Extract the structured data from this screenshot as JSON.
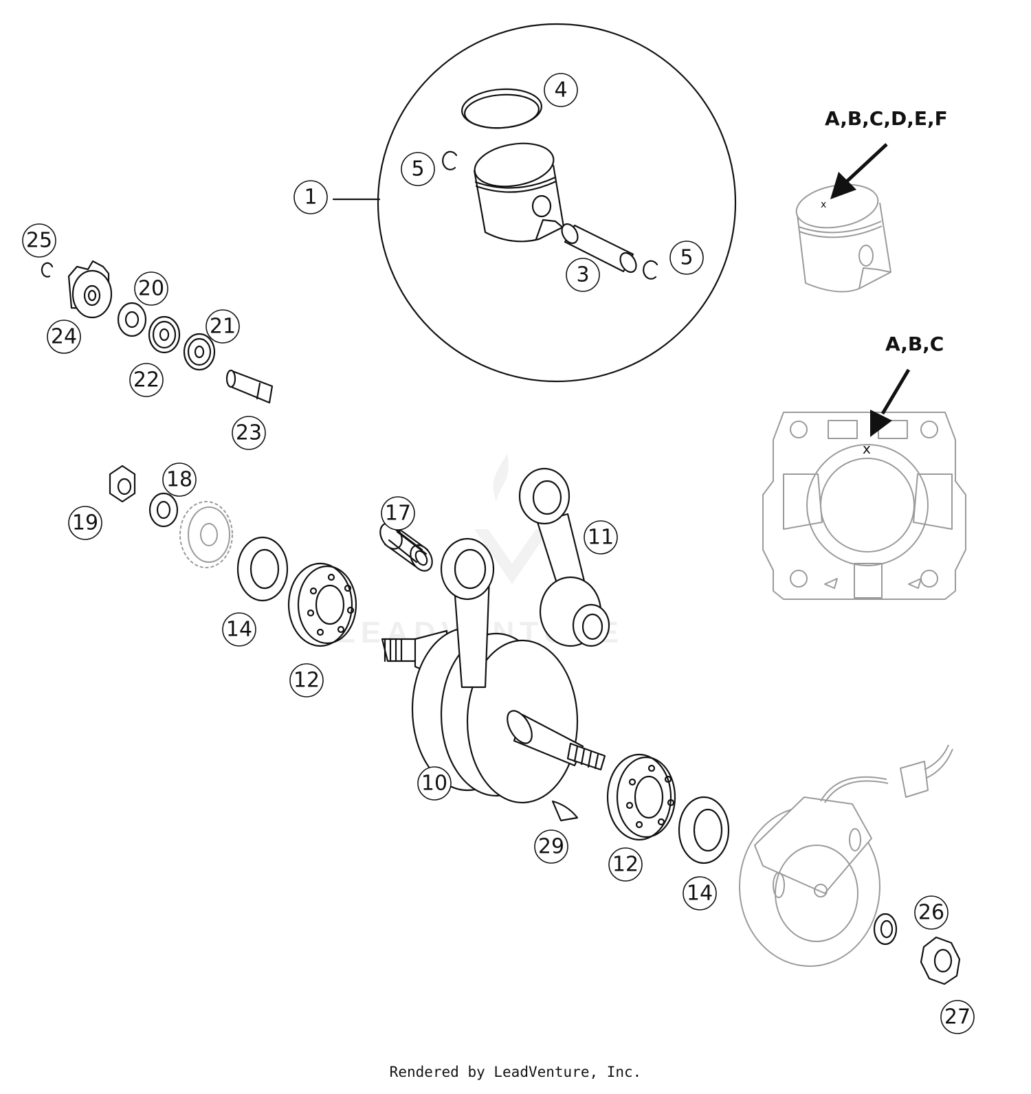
{
  "callouts": [
    {
      "label": "1",
      "part": "piston-assembly"
    },
    {
      "label": "3",
      "part": "piston-pin"
    },
    {
      "label": "4",
      "part": "piston-ring"
    },
    {
      "label": "5",
      "part": "circlip-left"
    },
    {
      "label": "5",
      "part": "circlip-right"
    },
    {
      "label": "10",
      "part": "crankshaft"
    },
    {
      "label": "11",
      "part": "connecting-rod"
    },
    {
      "label": "12",
      "part": "main-bearing-left"
    },
    {
      "label": "12",
      "part": "main-bearing-right"
    },
    {
      "label": "14",
      "part": "shaft-seal-left"
    },
    {
      "label": "14",
      "part": "shaft-seal-right"
    },
    {
      "label": "17",
      "part": "needle-bearing"
    },
    {
      "label": "18",
      "part": "washer"
    },
    {
      "label": "19",
      "part": "nut"
    },
    {
      "label": "20",
      "part": "spacer"
    },
    {
      "label": "21",
      "part": "bearing"
    },
    {
      "label": "22",
      "part": "bearing"
    },
    {
      "label": "23",
      "part": "pump-shaft"
    },
    {
      "label": "24",
      "part": "impeller"
    },
    {
      "label": "25",
      "part": "circlip"
    },
    {
      "label": "26",
      "part": "washer"
    },
    {
      "label": "27",
      "part": "nut"
    },
    {
      "label": "29",
      "part": "woodruff-key"
    }
  ],
  "notes": {
    "piston_marking": "A,B,C,D,E,F",
    "cylinder_marking": "A,B,C",
    "cylinder_mark_symbol": "x"
  },
  "watermark": "LEADVENTURE",
  "footer": "Rendered by LeadVenture, Inc.",
  "colors": {
    "line": "#111111",
    "reference_gray": "#9a9a9a",
    "background": "#ffffff"
  }
}
